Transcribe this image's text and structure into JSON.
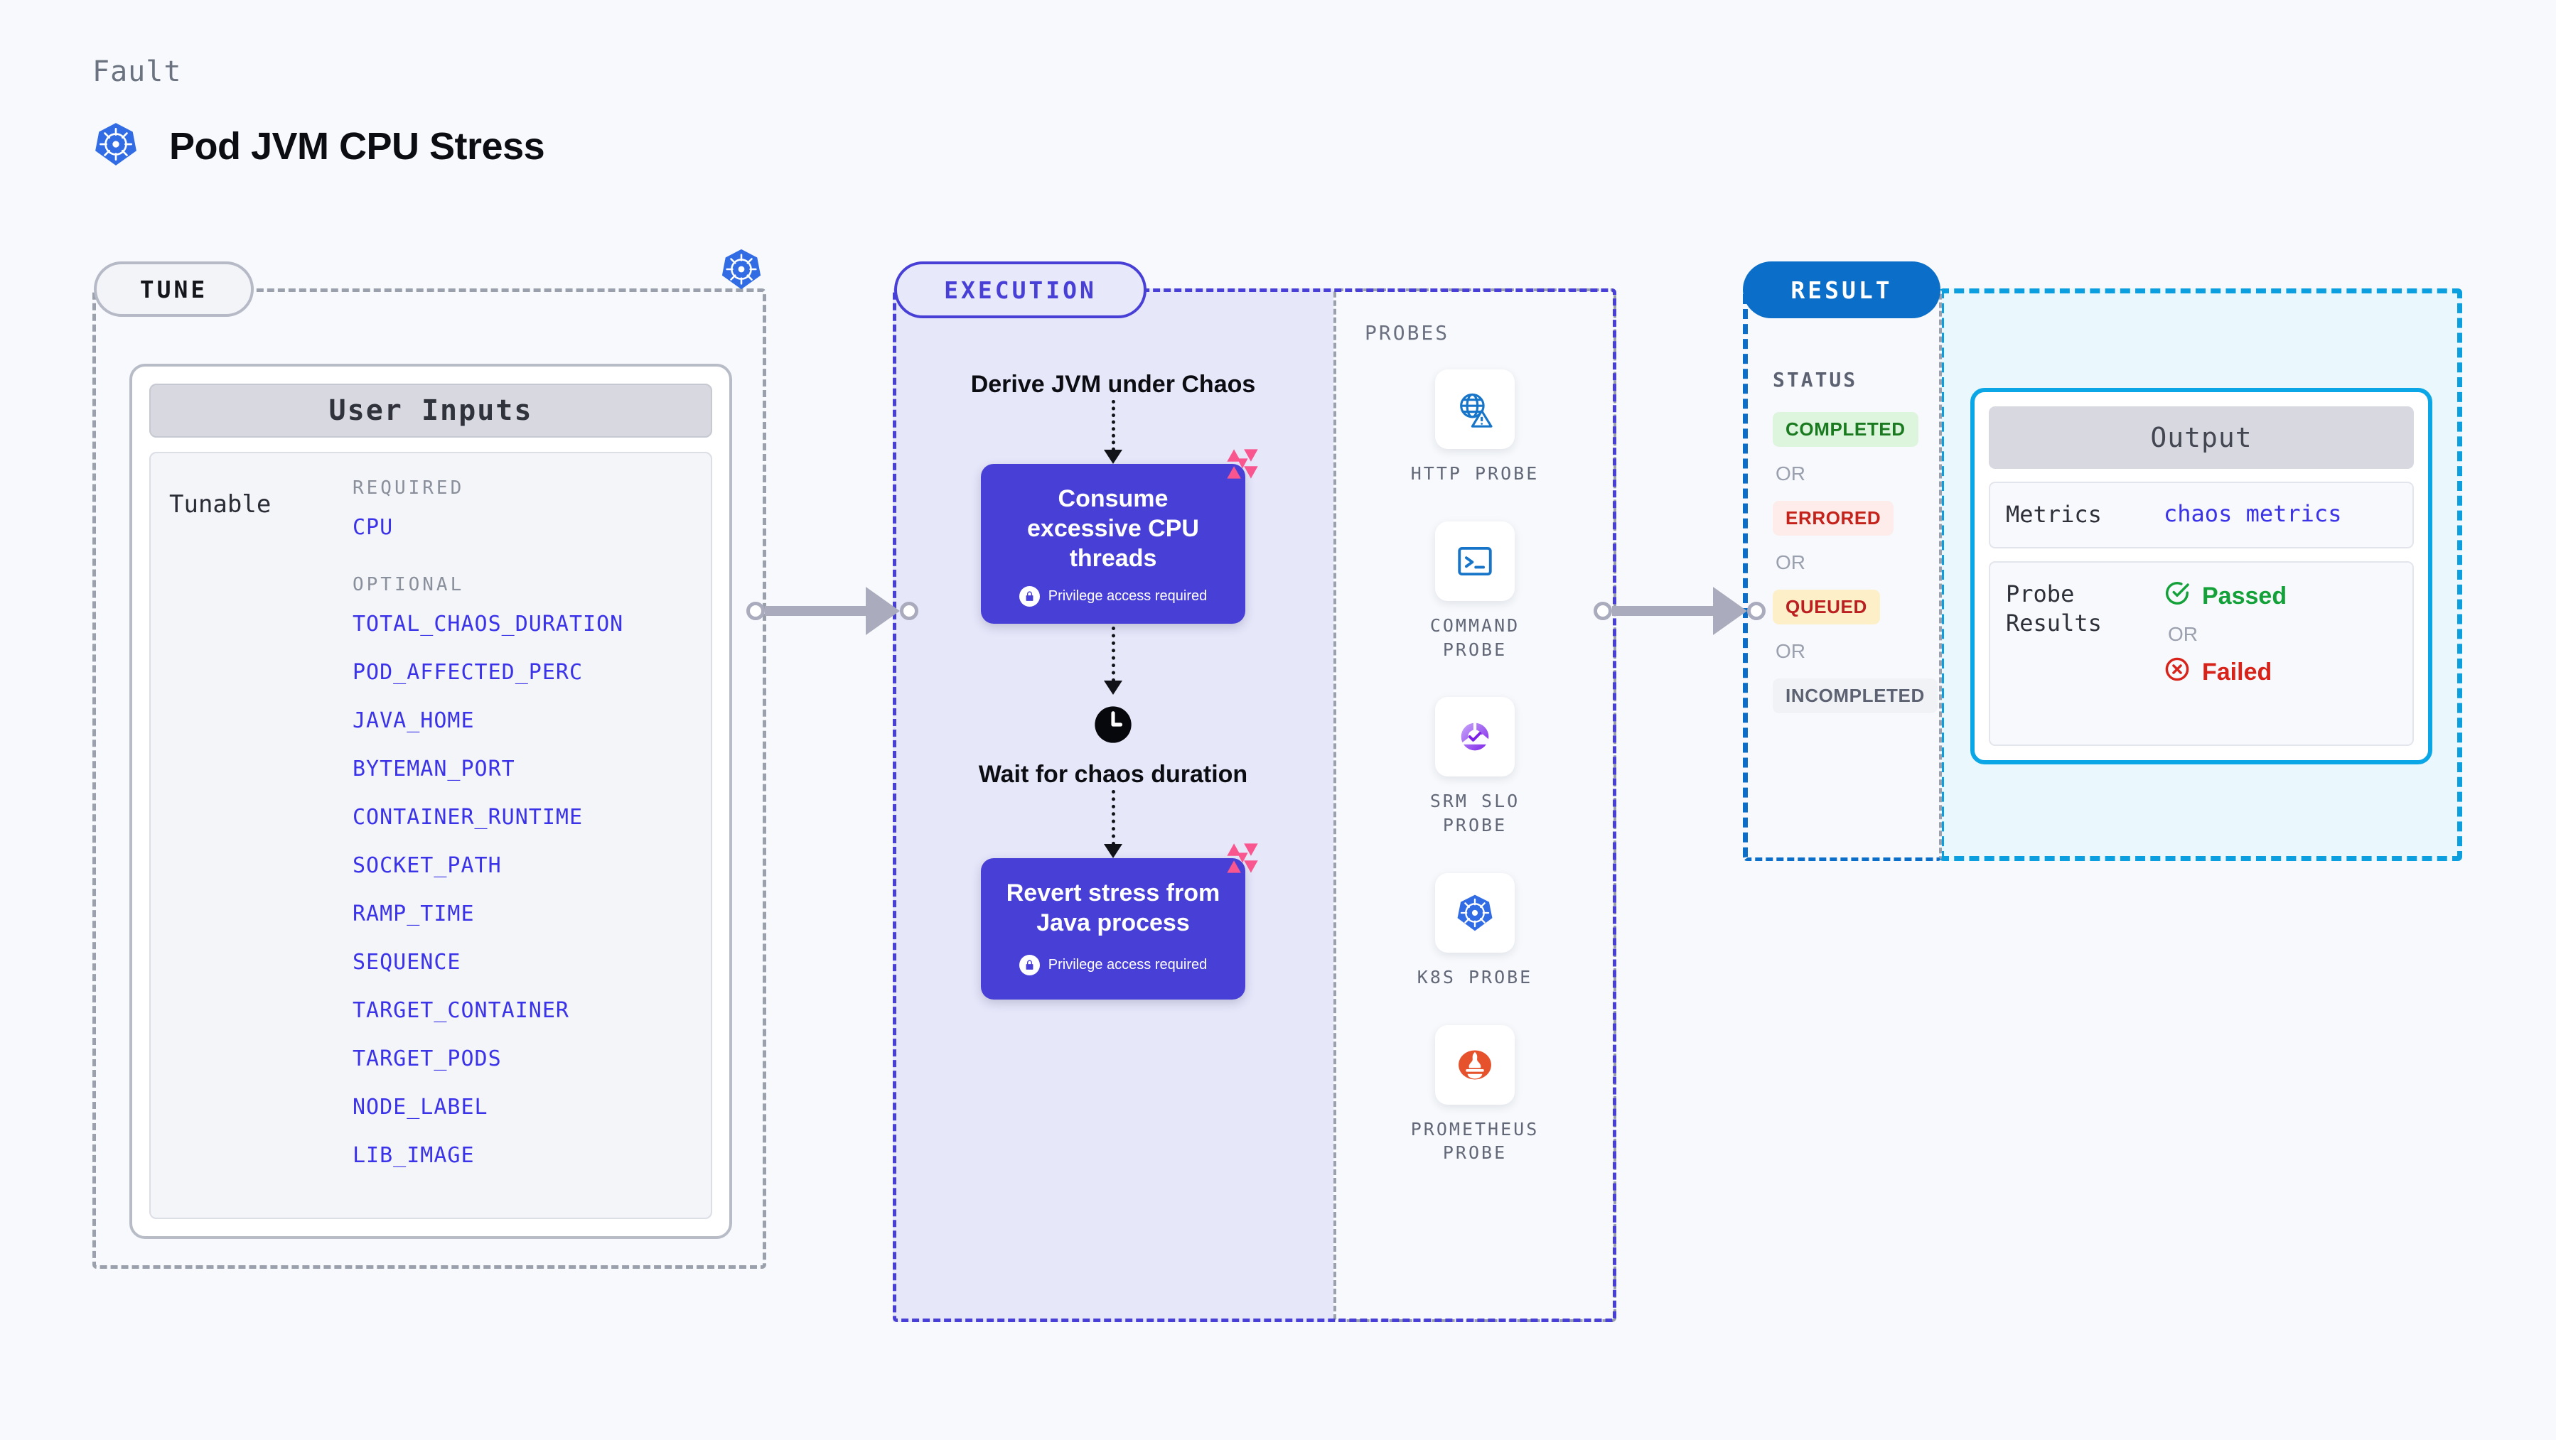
{
  "header": {
    "kicker": "Fault",
    "title": "Pod JVM CPU Stress",
    "icon": "kubernetes-icon"
  },
  "tune": {
    "badge": "TUNE",
    "corner_icon": "kubernetes-icon",
    "card_title": "User Inputs",
    "row_label": "Tunable",
    "required_title": "REQUIRED",
    "required": [
      "CPU"
    ],
    "optional_title": "OPTIONAL",
    "optional": [
      "TOTAL_CHAOS_DURATION",
      "POD_AFFECTED_PERC",
      "JAVA_HOME",
      "BYTEMAN_PORT",
      "CONTAINER_RUNTIME",
      "SOCKET_PATH",
      "RAMP_TIME",
      "SEQUENCE",
      "TARGET_CONTAINER",
      "TARGET_PODS",
      "NODE_LABEL",
      "LIB_IMAGE"
    ]
  },
  "execution": {
    "badge": "EXECUTION",
    "steps": [
      {
        "type": "text",
        "label": "Derive JVM under Chaos"
      },
      {
        "type": "node",
        "label": "Consume excessive CPU threads",
        "privilege": "Privilege access required",
        "badge_icon": "litmuschaos-icon",
        "lock_icon": "lock-icon"
      },
      {
        "type": "wait",
        "label": "Wait for chaos duration",
        "icon": "clock-icon"
      },
      {
        "type": "node",
        "label": "Revert stress from Java process",
        "privilege": "Privilege access required",
        "badge_icon": "litmuschaos-icon",
        "lock_icon": "lock-icon"
      }
    ]
  },
  "probes": {
    "label": "PROBES",
    "items": [
      {
        "name": "HTTP PROBE",
        "icon": "globe-warning-icon"
      },
      {
        "name": "COMMAND PROBE",
        "icon": "terminal-icon"
      },
      {
        "name": "SRM SLO PROBE",
        "icon": "srm-slo-icon"
      },
      {
        "name": "K8S PROBE",
        "icon": "kubernetes-icon"
      },
      {
        "name": "PROMETHEUS PROBE",
        "icon": "prometheus-icon"
      }
    ]
  },
  "result": {
    "badge": "RESULT",
    "status_label": "STATUS",
    "or_label": "OR",
    "statuses": [
      {
        "label": "COMPLETED",
        "bg": "#ddf4dd",
        "fg": "#1a7a1f"
      },
      {
        "label": "ERRORED",
        "bg": "#fdecea",
        "fg": "#c4231b"
      },
      {
        "label": "QUEUED",
        "bg": "#fdefc8",
        "fg": "#bb1f1f"
      },
      {
        "label": "INCOMPLETED",
        "bg": "#f1f2f6",
        "fg": "#5d6273"
      }
    ]
  },
  "output": {
    "title": "Output",
    "metrics_key": "Metrics",
    "metrics_value": "chaos metrics",
    "probe_key": "Probe Results",
    "passed_label": "Passed",
    "passed_icon": "check-circle-icon",
    "or_label": "OR",
    "failed_label": "Failed",
    "failed_icon": "x-circle-icon"
  },
  "colors": {
    "indigo": "#4840d6",
    "blue": "#0b6fc9",
    "cyan": "#0ba6e6",
    "pink": "#f9568f",
    "green": "#15a13a",
    "red": "#d8231b",
    "param_blue": "#3b33e8"
  }
}
